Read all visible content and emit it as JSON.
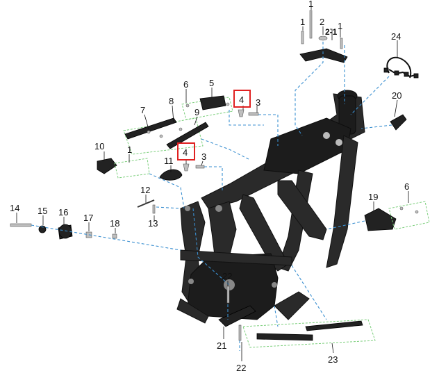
{
  "callouts": {
    "c1a": "1",
    "c1b": "1",
    "c1c": "1",
    "c2": "2",
    "c21s": "2-1",
    "c3a": "3",
    "c3b": "3",
    "c4a": "4",
    "c4b": "4",
    "c5": "5",
    "c6a": "6",
    "c6b": "6",
    "c7": "7",
    "c8": "8",
    "c9": "9",
    "c10": "10",
    "c11": "11",
    "c12": "12",
    "c13": "13",
    "c14": "14",
    "c15": "15",
    "c16": "16",
    "c17": "17",
    "c18": "18",
    "c19": "19",
    "c20": "20",
    "c21": "21",
    "c22a": "22",
    "c22b": "22",
    "c23": "23",
    "c24": "24",
    "c1d": "1"
  },
  "colors": {
    "highlight": "#e02020",
    "leader_dashed": "#3a8fd0",
    "group_box": "#7ccf7c",
    "frame": "#2a2a2a"
  }
}
